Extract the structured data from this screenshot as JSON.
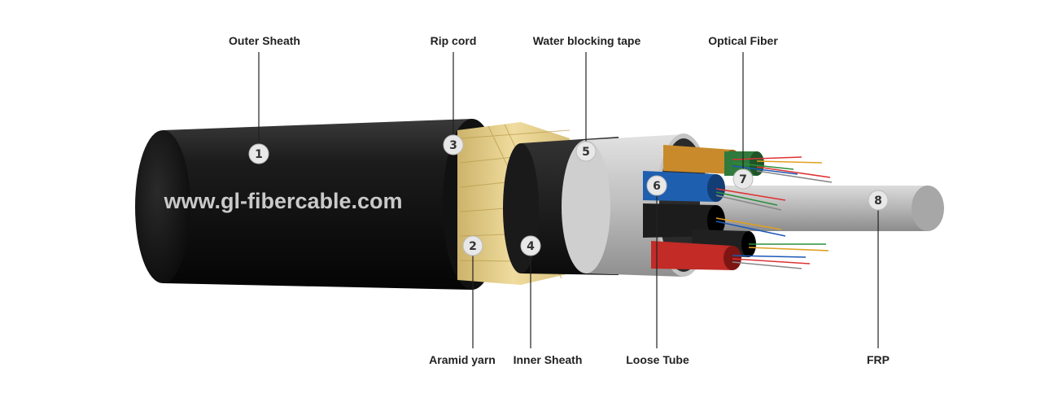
{
  "watermark": "www.gl-fibercable.com",
  "labels": {
    "outer_sheath": "Outer Sheath",
    "rip_cord": "Rip cord",
    "water_blocking_tape": "Water blocking tape",
    "optical_fiber": "Optical Fiber",
    "aramid_yarn": "Aramid yarn",
    "inner_sheath": "Inner Sheath",
    "loose_tube": "Loose Tube",
    "frp": "FRP"
  },
  "markers": [
    "1",
    "2",
    "3",
    "4",
    "5",
    "6",
    "7",
    "8"
  ],
  "colors": {
    "outer_sheath": "#1a1a1a",
    "aramid": "#e6cf8a",
    "water_tape": "#bcbcbc",
    "frp": "#b9b9b9",
    "tube_orange": "#c98a2b",
    "tube_green": "#2f7a3c",
    "tube_blue": "#1f5fb0",
    "tube_black": "#1c1c1c",
    "tube_red": "#c22b26"
  }
}
